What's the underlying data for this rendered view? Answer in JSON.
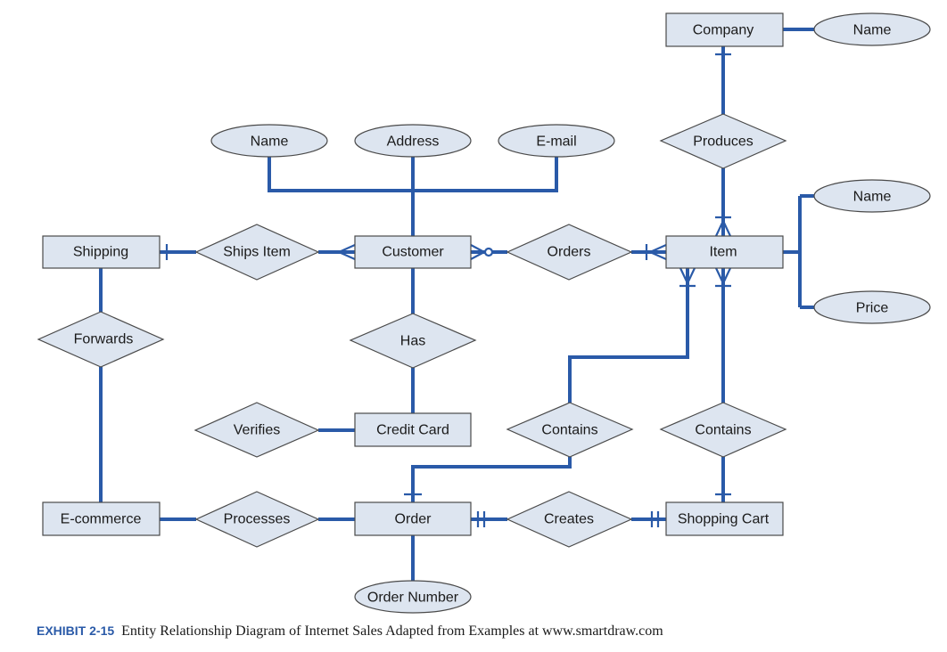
{
  "entities": {
    "company": "Company",
    "shipping": "Shipping",
    "customer": "Customer",
    "item": "Item",
    "credit_card": "Credit Card",
    "ecommerce": "E-commerce",
    "order": "Order",
    "shopping_cart": "Shopping Cart"
  },
  "attributes": {
    "company_name": "Name",
    "customer_name": "Name",
    "customer_address": "Address",
    "customer_email": "E-mail",
    "item_name": "Name",
    "item_price": "Price",
    "order_number": "Order Number"
  },
  "relationships": {
    "produces": "Produces",
    "ships_item": "Ships Item",
    "orders": "Orders",
    "forwards": "Forwards",
    "has": "Has",
    "verifies": "Verifies",
    "contains_order": "Contains",
    "contains_cart": "Contains",
    "processes": "Processes",
    "creates": "Creates"
  },
  "caption": {
    "label": "EXHIBIT 2-15",
    "text": "Entity Relationship Diagram of Internet Sales Adapted from Examples at www.smartdraw.com"
  },
  "colors": {
    "line": "#2a5aa8",
    "shape_fill": "#dde5f0"
  }
}
